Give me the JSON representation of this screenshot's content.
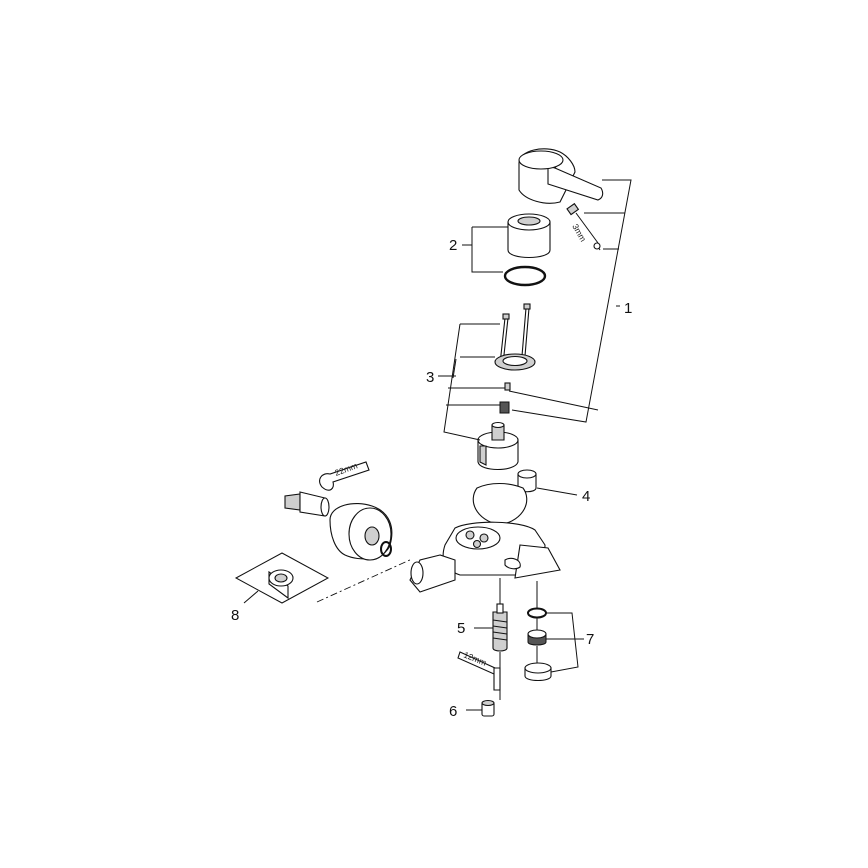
{
  "callouts": [
    {
      "id": "1",
      "label": "1"
    },
    {
      "id": "2",
      "label": "2"
    },
    {
      "id": "3",
      "label": "3"
    },
    {
      "id": "4",
      "label": "4"
    },
    {
      "id": "5",
      "label": "5"
    },
    {
      "id": "6",
      "label": "6"
    },
    {
      "id": "7",
      "label": "7"
    },
    {
      "id": "8",
      "label": "8"
    }
  ],
  "tool_labels": {
    "hex_key_small": "3mm",
    "wrench": "22mm",
    "hex_key_large": "12mm"
  }
}
